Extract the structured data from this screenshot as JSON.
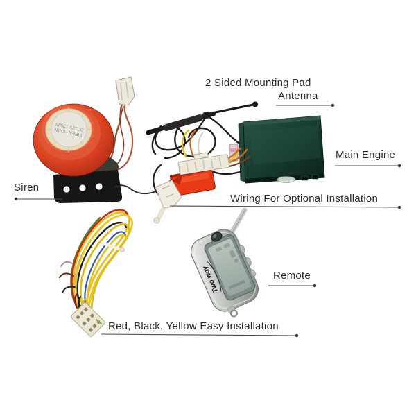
{
  "page": {
    "background": "#ffffff",
    "description_texts_present": 7
  },
  "callouts": {
    "mounting_pad": "2 Sided Mounting Pad",
    "antenna": "Antenna",
    "main_engine": "Main Engine",
    "siren": "Siren",
    "wiring_optional": "Wiring For Optional Installation",
    "remote": "Remote",
    "easy_install": "Red, Black, Yellow Easy Installation"
  },
  "device_text": {
    "siren_line1": "SIREN HORN",
    "siren_line2": "DC12V 125dB",
    "remote_face": "Two way"
  },
  "colors": {
    "siren_red": "#d84220",
    "siren_cream_ring": "#eadcba",
    "engine_green": "#183c2f",
    "relay_red": "#e23a12",
    "harness_yellow": "#e6c11f",
    "remote_silver": "#c3c8c2",
    "lcd_gray": "#a9b6ae",
    "wire_black": "#1c1c1c",
    "connector_white": "#ece8da",
    "label_text": "#2b2b2b",
    "leader_line": "#4a4a4a"
  }
}
